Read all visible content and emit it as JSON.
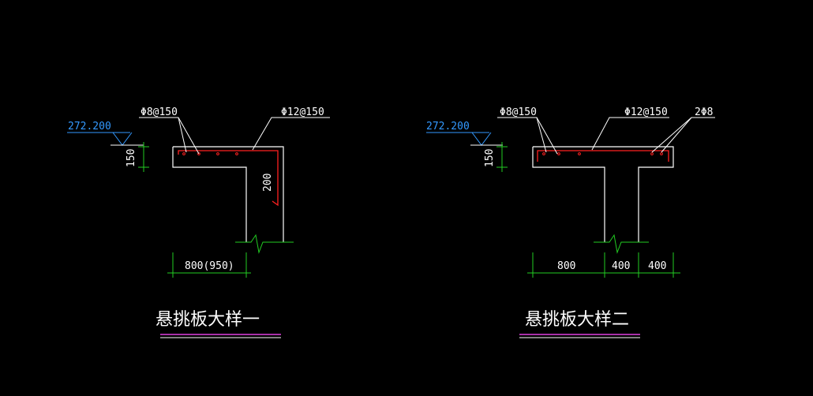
{
  "colors": {
    "background": "#000000",
    "outline": "#ffffff",
    "rebar": "#ff2020",
    "dimension": "#22cc22",
    "elevation": "#3399ff",
    "title_underline": "#e040e0"
  },
  "detail_one": {
    "title": "悬挑板大样一",
    "elevation": "272.200",
    "rebar_label_1": "Φ8@150",
    "rebar_label_2": "Φ12@150",
    "thickness_dim": "150",
    "wall_dim": "200",
    "width_dim": "800(950)"
  },
  "detail_two": {
    "title": "悬挑板大样二",
    "elevation": "272.200",
    "rebar_label_1": "Φ8@150",
    "rebar_label_2": "Φ12@150",
    "rebar_label_3": "2Φ8",
    "thickness_dim": "150",
    "dim_left": "800",
    "dim_mid": "400",
    "dim_right": "400"
  }
}
